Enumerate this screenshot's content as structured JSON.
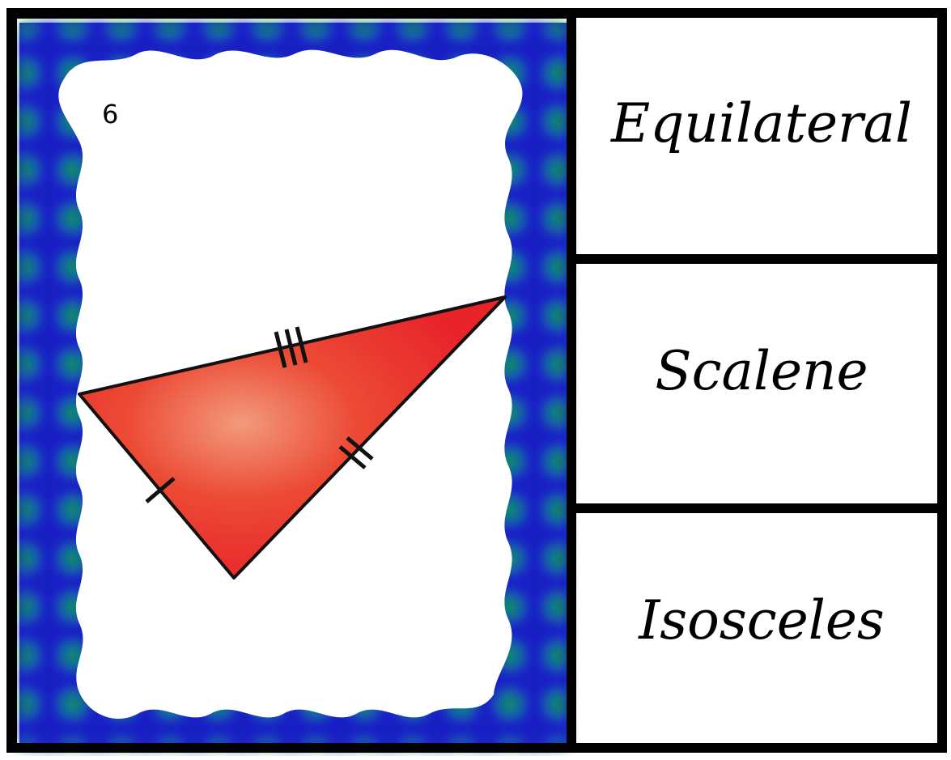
{
  "card": {
    "number": "6",
    "border_colors": {
      "blue": "#1a22c4",
      "green": "#12a03a"
    },
    "triangle_color": "#e8232a",
    "triangle_highlight": "#f29a7c",
    "side_marks": {
      "top_side": 3,
      "right_side": 2,
      "left_side": 1
    }
  },
  "options": [
    {
      "label": "Equilateral"
    },
    {
      "label": "Scalene"
    },
    {
      "label": "Isosceles"
    }
  ]
}
